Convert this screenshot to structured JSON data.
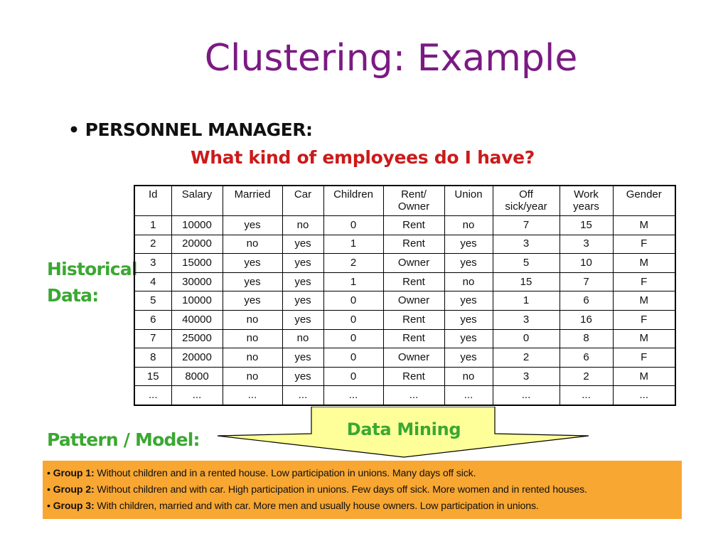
{
  "slide": {
    "title": "Clustering: Example",
    "bullet": "• PERSONNEL MANAGER:",
    "question": "What kind of employees do I have?",
    "side_label_line1": "Historical",
    "side_label_line2": "Data:",
    "pattern_label": "Pattern / Model:",
    "arrow_label": "Data Mining"
  },
  "table": {
    "headers": [
      [
        "Id"
      ],
      [
        "Salary"
      ],
      [
        "Married"
      ],
      [
        "Car"
      ],
      [
        "Children"
      ],
      [
        "Rent/",
        "Owner"
      ],
      [
        "Union"
      ],
      [
        "Off",
        "sick/year"
      ],
      [
        "Work",
        "years"
      ],
      [
        "Gender"
      ]
    ],
    "rows": [
      [
        "1",
        "10000",
        "yes",
        "no",
        "0",
        "Rent",
        "no",
        "7",
        "15",
        "M"
      ],
      [
        "2",
        "20000",
        "no",
        "yes",
        "1",
        "Rent",
        "yes",
        "3",
        "3",
        "F"
      ],
      [
        "3",
        "15000",
        "yes",
        "yes",
        "2",
        "Owner",
        "yes",
        "5",
        "10",
        "M"
      ],
      [
        "4",
        "30000",
        "yes",
        "yes",
        "1",
        "Rent",
        "no",
        "15",
        "7",
        "F"
      ],
      [
        "5",
        "10000",
        "yes",
        "yes",
        "0",
        "Owner",
        "yes",
        "1",
        "6",
        "M"
      ],
      [
        "6",
        "40000",
        "no",
        "yes",
        "0",
        "Rent",
        "yes",
        "3",
        "16",
        "F"
      ],
      [
        "7",
        "25000",
        "no",
        "no",
        "0",
        "Rent",
        "yes",
        "0",
        "8",
        "M"
      ],
      [
        "8",
        "20000",
        "no",
        "yes",
        "0",
        "Owner",
        "yes",
        "2",
        "6",
        "F"
      ],
      [
        "15",
        "8000",
        "no",
        "yes",
        "0",
        "Rent",
        "no",
        "3",
        "2",
        "M"
      ],
      [
        "...",
        "...",
        "...",
        "...",
        "...",
        "...",
        "...",
        "...",
        "...",
        "..."
      ]
    ]
  },
  "groups": [
    {
      "label": "Group 1:",
      "text": " Without children and in a rented house. Low participation in unions. Many days off sick."
    },
    {
      "label": "Group 2:",
      "text": " Without children and with car. High participation in unions. Few days off sick. More women and in rented houses."
    },
    {
      "label": "Group 3:",
      "text": " With children, married and with car. More men and usually house owners. Low participation in unions."
    }
  ],
  "colors": {
    "title": "#7b1a83",
    "question": "#cc1a1a",
    "green_label": "#3aa832",
    "arrow_fill": "#ffff99",
    "groups_background": "#f8a733"
  }
}
